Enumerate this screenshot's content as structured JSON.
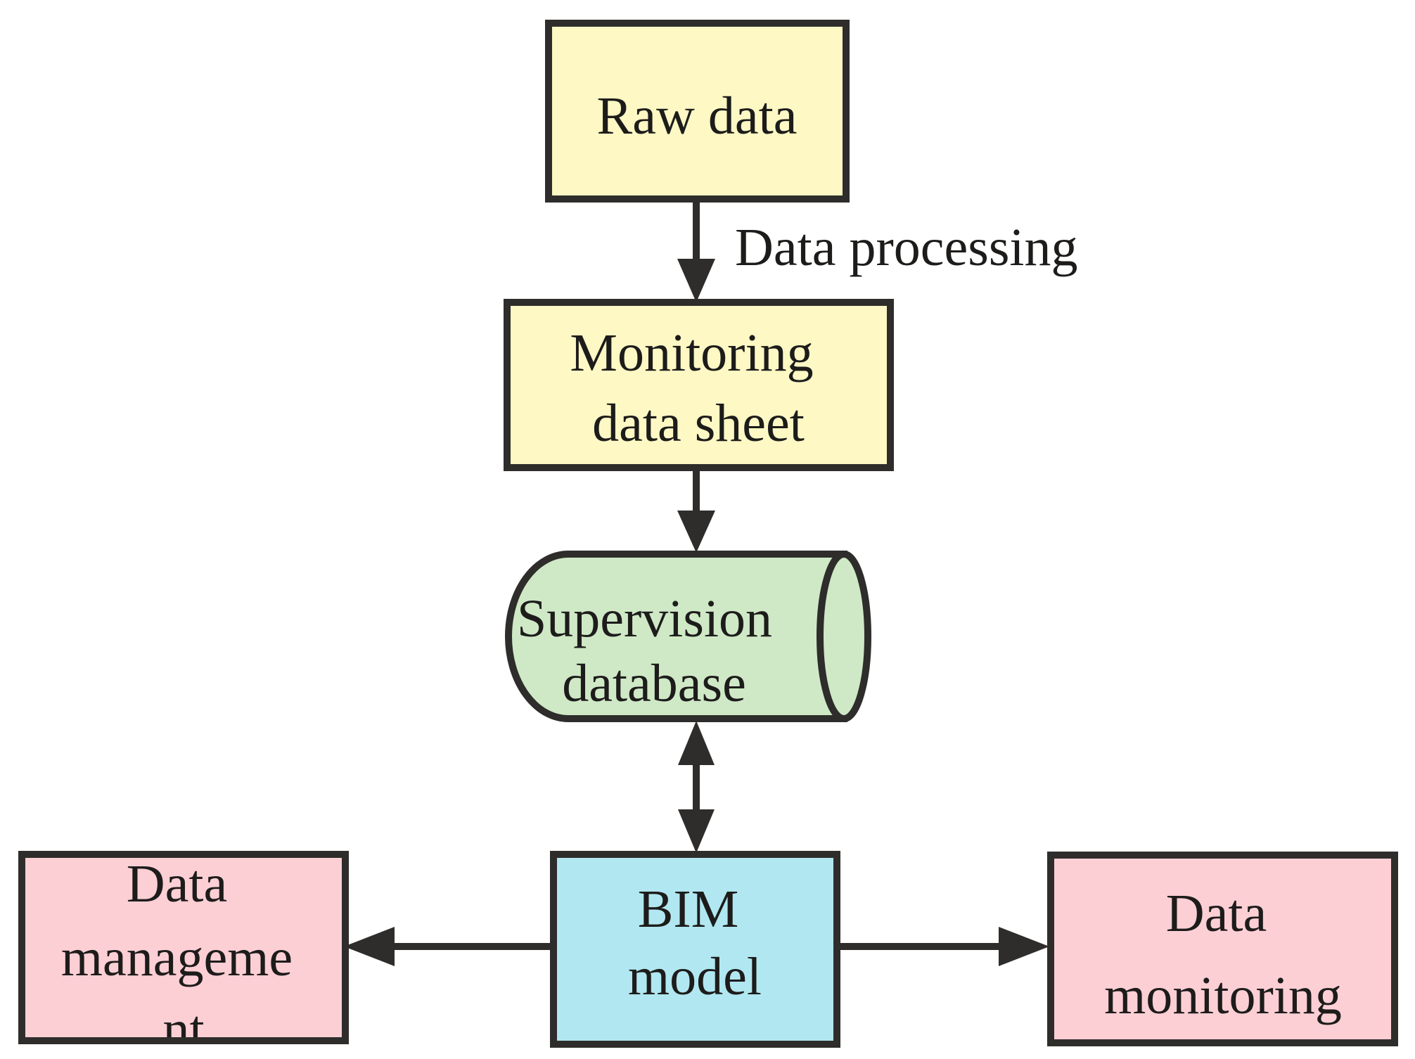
{
  "diagram": {
    "type": "flowchart",
    "background": "#ffffff",
    "nodes": {
      "raw_data": {
        "label": "Raw data",
        "shape": "rect",
        "fill": "#fdf8c4"
      },
      "monitoring_data_sheet": {
        "line1": "Monitoring",
        "line2": "data sheet",
        "shape": "rect",
        "fill": "#fdf8c4"
      },
      "supervision_database": {
        "line1": "Supervision",
        "line2": "database",
        "shape": "cylinder",
        "fill": "#cfe9c6",
        "text_color": "#2e4a3a"
      },
      "bim_model": {
        "line1": "BIM",
        "line2": "model",
        "shape": "rect",
        "fill": "#b1e7f0"
      },
      "data_management": {
        "line1": "Data",
        "line2": "manageme",
        "line3": "nt",
        "shape": "rect",
        "fill": "#fccfd5"
      },
      "data_monitoring": {
        "line1": "Data",
        "line2": "monitoring",
        "shape": "rect",
        "fill": "#fccfd5"
      }
    },
    "edges": [
      {
        "from": "raw_data",
        "to": "monitoring_data_sheet",
        "label": "Data processing",
        "direction": "down"
      },
      {
        "from": "monitoring_data_sheet",
        "to": "supervision_database",
        "label": "",
        "direction": "down"
      },
      {
        "from": "supervision_database",
        "to": "bim_model",
        "label": "",
        "direction": "both"
      },
      {
        "from": "bim_model",
        "to": "data_management",
        "label": "",
        "direction": "left"
      },
      {
        "from": "bim_model",
        "to": "data_monitoring",
        "label": "",
        "direction": "right"
      }
    ],
    "colors": {
      "stroke": "#2e2d2b",
      "arrow": "#2e2d2b",
      "text": "#1d1c1b",
      "cylinder_text": "#2e4a3a",
      "background": "#ffffff"
    }
  }
}
